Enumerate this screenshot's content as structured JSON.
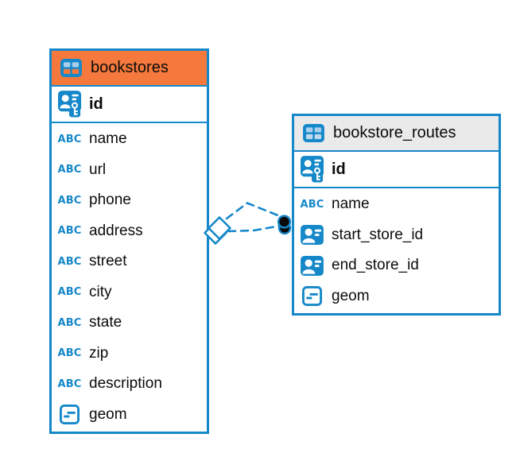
{
  "diagram": {
    "background_color": "#ffffff",
    "accent_blue": "#1588CA",
    "tables": [
      {
        "title": "bookstores",
        "header_color": "#F5793C",
        "primary_key": {
          "name": "id",
          "type": "pk"
        },
        "columns": [
          {
            "name": "name",
            "type": "text"
          },
          {
            "name": "url",
            "type": "text"
          },
          {
            "name": "phone",
            "type": "text"
          },
          {
            "name": "address",
            "type": "text"
          },
          {
            "name": "street",
            "type": "text"
          },
          {
            "name": "city",
            "type": "text"
          },
          {
            "name": "state",
            "type": "text"
          },
          {
            "name": "zip",
            "type": "text"
          },
          {
            "name": "description",
            "type": "text"
          },
          {
            "name": "geom",
            "type": "geometry"
          }
        ]
      },
      {
        "title": "bookstore_routes",
        "header_color": "#EAEAEB",
        "primary_key": {
          "name": "id",
          "type": "pk"
        },
        "columns": [
          {
            "name": "name",
            "type": "text"
          },
          {
            "name": "start_store_id",
            "type": "fk"
          },
          {
            "name": "end_store_id",
            "type": "fk"
          },
          {
            "name": "geom",
            "type": "geometry"
          }
        ]
      }
    ],
    "relationships": [
      {
        "from_table": "bookstores",
        "to_table": "bookstore_routes",
        "line_style": "dashed"
      },
      {
        "from_table": "bookstores",
        "to_table": "bookstore_routes",
        "line_style": "dashed"
      }
    ],
    "icons": {
      "table": "table-grid-icon",
      "pk": "primary-key-user-icon",
      "fk": "foreign-key-user-icon",
      "text": "abc-text-type-icon",
      "geometry": "geometry-type-icon",
      "text_type_glyph": "ABC"
    }
  }
}
